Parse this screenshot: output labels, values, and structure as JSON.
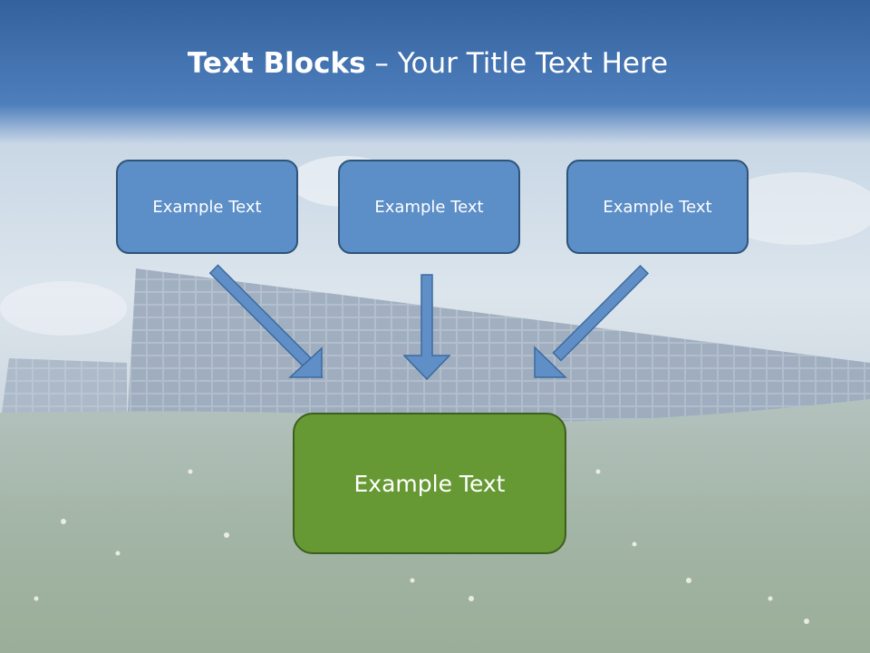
{
  "title": {
    "bold": "Text Blocks",
    "separator": " – ",
    "regular": "Your Title Text Here"
  },
  "boxes": {
    "top": [
      {
        "text": "Example Text"
      },
      {
        "text": "Example Text"
      },
      {
        "text": "Example Text"
      }
    ],
    "bottom": {
      "text": "Example Text"
    }
  },
  "colors": {
    "box_fill": "#5c8ec8",
    "box_border": "#2e5478",
    "target_fill": "#669933",
    "target_border": "#3d5f1d",
    "arrow_fill": "#5f8fc6",
    "sky_top": "#3a6aa6"
  }
}
